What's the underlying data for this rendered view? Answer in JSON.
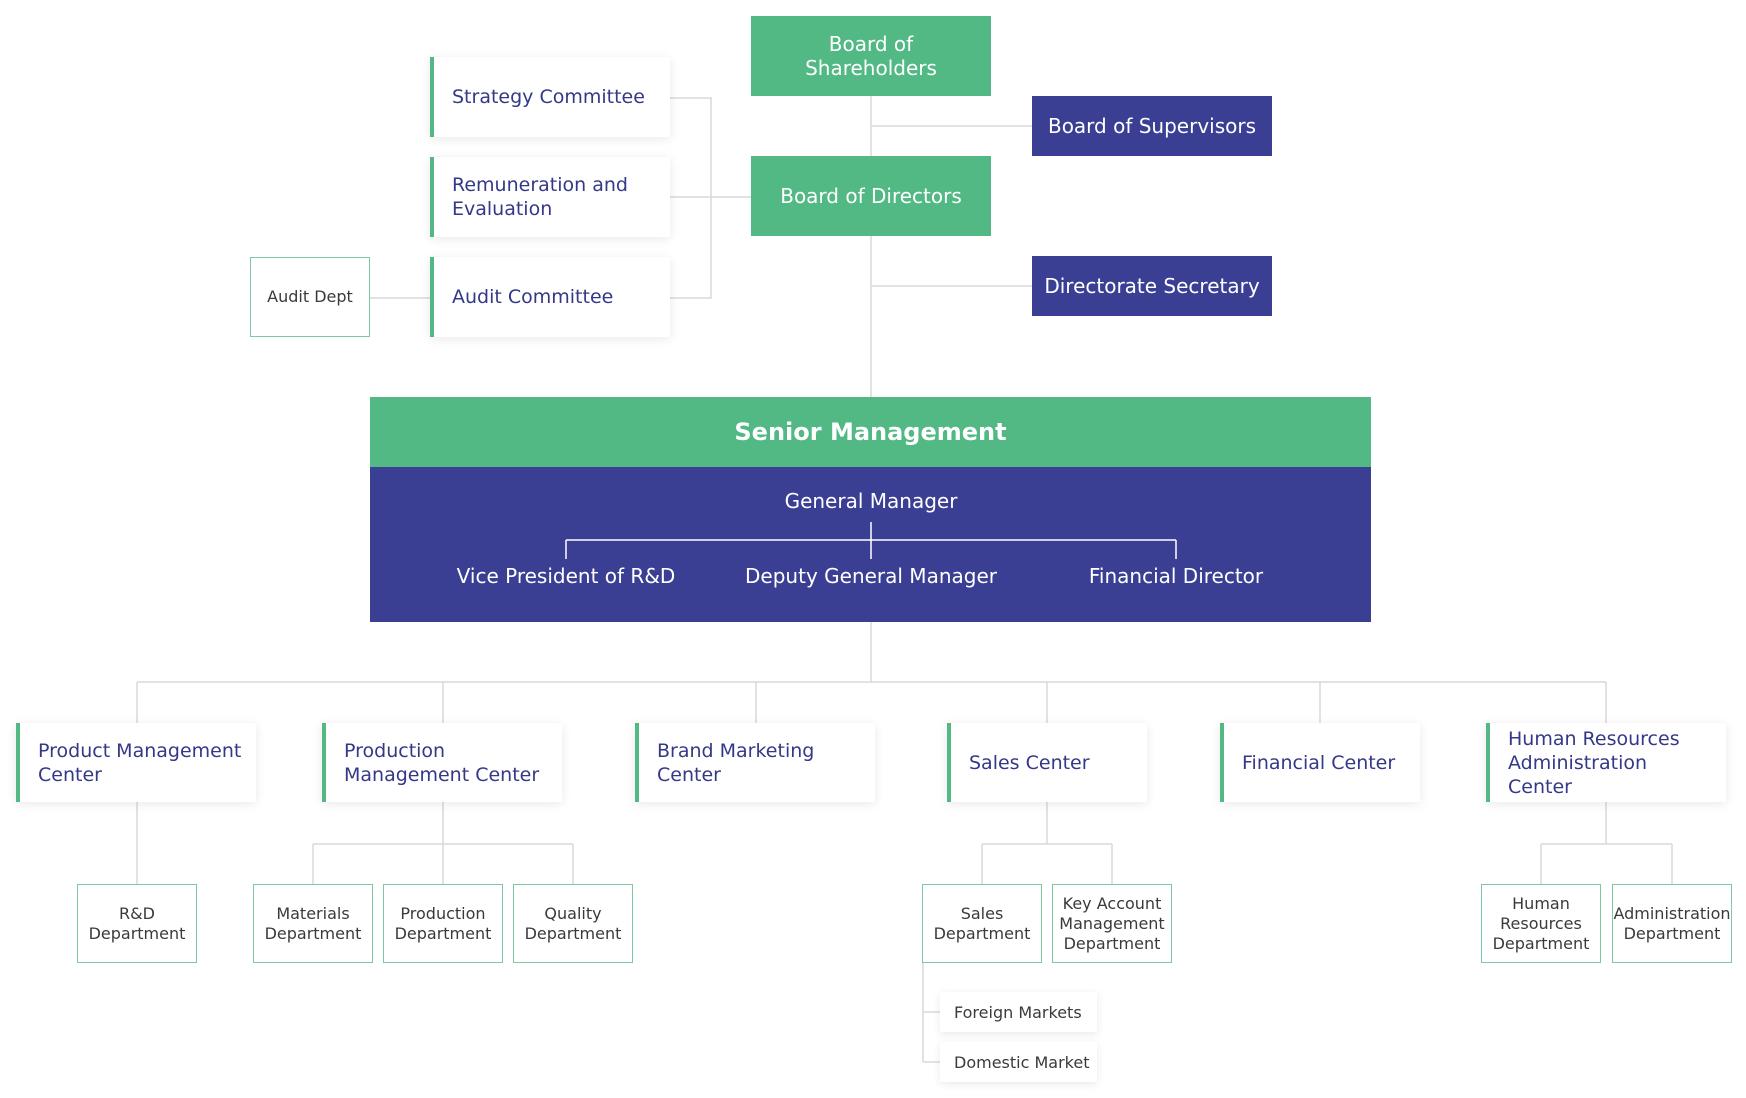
{
  "governance": {
    "shareholders": "Board of\nShareholders",
    "directors": "Board of Directors",
    "supervisors": "Board of Supervisors",
    "secretary": "Directorate Secretary",
    "committees": [
      "Strategy Committee",
      "Remuneration and\nEvaluation",
      "Audit Committee"
    ],
    "audit_dept": "Audit Dept"
  },
  "senior_management": {
    "title": "Senior Management",
    "general_manager": "General Manager",
    "reports": [
      "Vice President of R&D",
      "Deputy General Manager",
      "Financial Director"
    ]
  },
  "centers": [
    {
      "name": "Product Management\nCenter",
      "departments": [
        "R&D\nDepartment"
      ]
    },
    {
      "name": "Production\nManagement Center",
      "departments": [
        "Materials\nDepartment",
        "Production\nDepartment",
        "Quality\nDepartment"
      ]
    },
    {
      "name": "Brand Marketing\nCenter",
      "departments": []
    },
    {
      "name": "Sales Center",
      "departments": [
        "Sales\nDepartment",
        "Key Account\nManagement\nDepartment"
      ]
    },
    {
      "name": "Financial Center",
      "departments": []
    },
    {
      "name": "Human Resources\nAdministration Center",
      "departments": [
        "Human\nResources\nDepartment",
        "Administration\nDepartment"
      ]
    }
  ],
  "sales_markets": [
    "Foreign Markets",
    "Domestic Market"
  ],
  "colors": {
    "green": "#52b985",
    "navy": "#3b3f94",
    "text_navy": "#343887",
    "line": "#d9d9d9",
    "outline": "#7cc9a2"
  }
}
